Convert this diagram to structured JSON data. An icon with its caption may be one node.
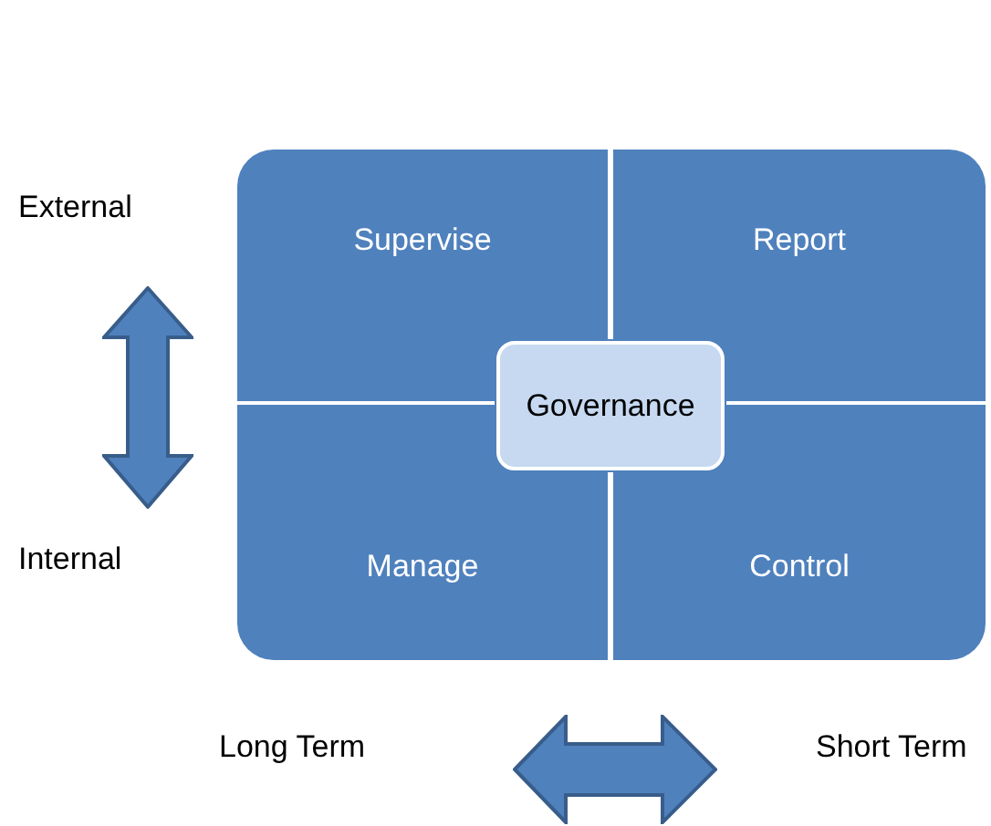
{
  "diagram": {
    "nodes": [
      {
        "text": [
          "Supervise"
        ]
      },
      {
        "text": [
          "Report"
        ]
      },
      {
        "text": [
          "Manage"
        ]
      },
      {
        "text": [
          "Control"
        ]
      },
      {
        "text": [
          "Governance"
        ]
      }
    ],
    "labels": [
      "External",
      "Internal",
      "Long Term",
      "Short Term"
    ]
  }
}
